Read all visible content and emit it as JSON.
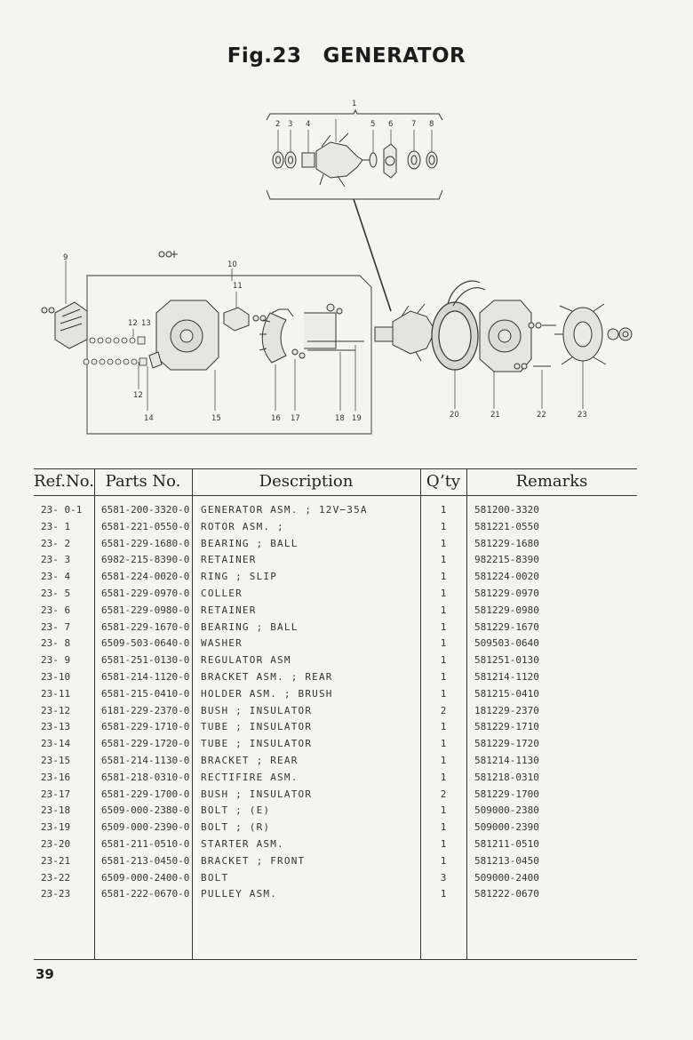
{
  "title": {
    "fig": "Fig.23",
    "name": "GENERATOR"
  },
  "callouts": [
    "1",
    "2",
    "3",
    "4",
    "5",
    "6",
    "7",
    "8",
    "9",
    "10",
    "11",
    "12",
    "13",
    "12",
    "14",
    "15",
    "16",
    "17",
    "18",
    "19",
    "20",
    "21",
    "22",
    "23"
  ],
  "columns": {
    "ref": "Ref.No.",
    "parts": "Parts No.",
    "desc": "Description",
    "qty": "Q’ty",
    "remarks": "Remarks"
  },
  "rows": [
    {
      "ref": "23- 0-1",
      "pn": "6581-200-3320-0",
      "desc": "GENERATOR ASM. ; 12V−35A",
      "qty": "1",
      "rem": "581200-3320"
    },
    {
      "ref": "23- 1",
      "pn": "6581-221-0550-0",
      "desc": "ROTOR ASM. ;",
      "qty": "1",
      "rem": "581221-0550"
    },
    {
      "ref": "23- 2",
      "pn": "6581-229-1680-0",
      "desc": "BEARING ; BALL",
      "qty": "1",
      "rem": "581229-1680"
    },
    {
      "ref": "23- 3",
      "pn": "6982-215-8390-0",
      "desc": "RETAINER",
      "qty": "1",
      "rem": "982215-8390"
    },
    {
      "ref": "23- 4",
      "pn": "6581-224-0020-0",
      "desc": "RING ; SLIP",
      "qty": "1",
      "rem": "581224-0020"
    },
    {
      "ref": "23- 5",
      "pn": "6581-229-0970-0",
      "desc": "COLLER",
      "qty": "1",
      "rem": "581229-0970"
    },
    {
      "ref": "23- 6",
      "pn": "6581-229-0980-0",
      "desc": "RETAINER",
      "qty": "1",
      "rem": "581229-0980"
    },
    {
      "ref": "23- 7",
      "pn": "6581-229-1670-0",
      "desc": "BEARING ; BALL",
      "qty": "1",
      "rem": "581229-1670"
    },
    {
      "ref": "23- 8",
      "pn": "6509-503-0640-0",
      "desc": "WASHER",
      "qty": "1",
      "rem": "509503-0640"
    },
    {
      "ref": "23- 9",
      "pn": "6581-251-0130-0",
      "desc": "REGULATOR ASM",
      "qty": "1",
      "rem": "581251-0130"
    },
    {
      "ref": "23-10",
      "pn": "6581-214-1120-0",
      "desc": "BRACKET ASM. ; REAR",
      "qty": "1",
      "rem": "581214-1120"
    },
    {
      "ref": "23-11",
      "pn": "6581-215-0410-0",
      "desc": "HOLDER ASM. ; BRUSH",
      "qty": "1",
      "rem": "581215-0410"
    },
    {
      "ref": "23-12",
      "pn": "6181-229-2370-0",
      "desc": "BUSH ; INSULATOR",
      "qty": "2",
      "rem": "181229-2370"
    },
    {
      "ref": "23-13",
      "pn": "6581-229-1710-0",
      "desc": "TUBE ; INSULATOR",
      "qty": "1",
      "rem": "581229-1710"
    },
    {
      "ref": "23-14",
      "pn": "6581-229-1720-0",
      "desc": "TUBE ; INSULATOR",
      "qty": "1",
      "rem": "581229-1720"
    },
    {
      "ref": "23-15",
      "pn": "6581-214-1130-0",
      "desc": "BRACKET ; REAR",
      "qty": "1",
      "rem": "581214-1130"
    },
    {
      "ref": "23-16",
      "pn": "6581-218-0310-0",
      "desc": "RECTIFIRE ASM.",
      "qty": "1",
      "rem": "581218-0310"
    },
    {
      "ref": "23-17",
      "pn": "6581-229-1700-0",
      "desc": "BUSH ; INSULATOR",
      "qty": "2",
      "rem": "581229-1700"
    },
    {
      "ref": "23-18",
      "pn": "6509-000-2380-0",
      "desc": "BOLT ; (E)",
      "qty": "1",
      "rem": "509000-2380"
    },
    {
      "ref": "23-19",
      "pn": "6509-000-2390-0",
      "desc": "BOLT ; (R)",
      "qty": "1",
      "rem": "509000-2390"
    },
    {
      "ref": "23-20",
      "pn": "6581-211-0510-0",
      "desc": "STARTER ASM.",
      "qty": "1",
      "rem": "581211-0510"
    },
    {
      "ref": "23-21",
      "pn": "6581-213-0450-0",
      "desc": "BRACKET ; FRONT",
      "qty": "1",
      "rem": "581213-0450"
    },
    {
      "ref": "23-22",
      "pn": "6509-000-2400-0",
      "desc": "BOLT",
      "qty": "3",
      "rem": "509000-2400"
    },
    {
      "ref": "23-23",
      "pn": "6581-222-0670-0",
      "desc": "PULLEY ASM.",
      "qty": "1",
      "rem": "581222-0670"
    }
  ],
  "page_number": "39"
}
